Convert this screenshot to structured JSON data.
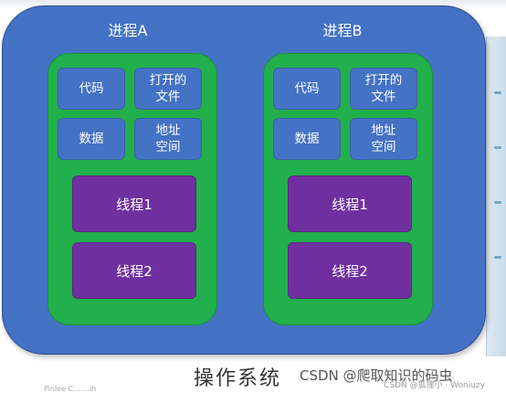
{
  "operating_system": {
    "label": "操作系统",
    "processes": [
      {
        "title": "进程A",
        "resources": [
          "代码",
          "打开的\n文件",
          "数据",
          "地址\n空间"
        ],
        "threads": [
          "线程1",
          "线程2"
        ]
      },
      {
        "title": "进程B",
        "resources": [
          "代码",
          "打开的\n文件",
          "数据",
          "地址\n空间"
        ],
        "threads": [
          "线程1",
          "线程2"
        ]
      }
    ]
  },
  "watermark": {
    "text": "CSDN @爬取知识的码虫",
    "small_text": "CSDN @狐狸小 · Woniuzy"
  },
  "bottom_fragment": "Pinlee C... ...ih",
  "colors": {
    "os_background": "#4472c4",
    "process_background": "#21b04b",
    "resource_box": "#4472c4",
    "thread_box": "#7030a0"
  }
}
